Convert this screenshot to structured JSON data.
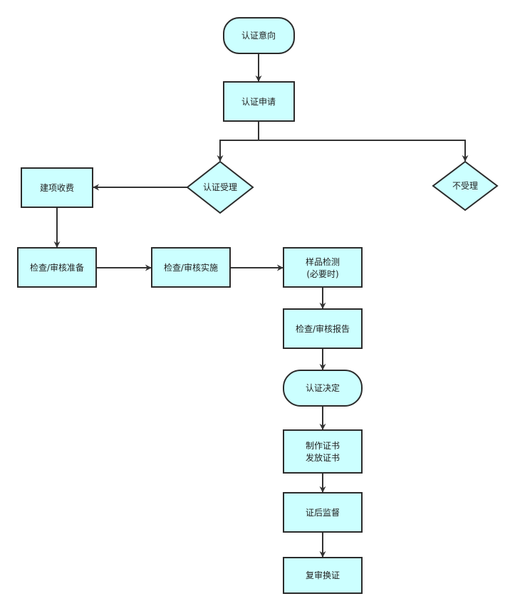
{
  "colors": {
    "node_fill": "#CCFFFF",
    "node_stroke": "#2B2B2B",
    "edge": "#333333",
    "background": "#FFFFFF"
  },
  "nodes": {
    "intent": "认证意向",
    "application": "认证申请",
    "acceptance": "认证受理",
    "not_accepted": "不受理",
    "fee": "建项收费",
    "prep": "检查/审核准备",
    "implementation": "检查/审核实施",
    "sample_line1": "样品检测",
    "sample_line2": "(必要时)",
    "report": "检查/审核报告",
    "decision": "认证决定",
    "cert_line1": "制作证书",
    "cert_line2": "发放证书",
    "supervision": "证后监督",
    "renewal": "复审换证"
  }
}
